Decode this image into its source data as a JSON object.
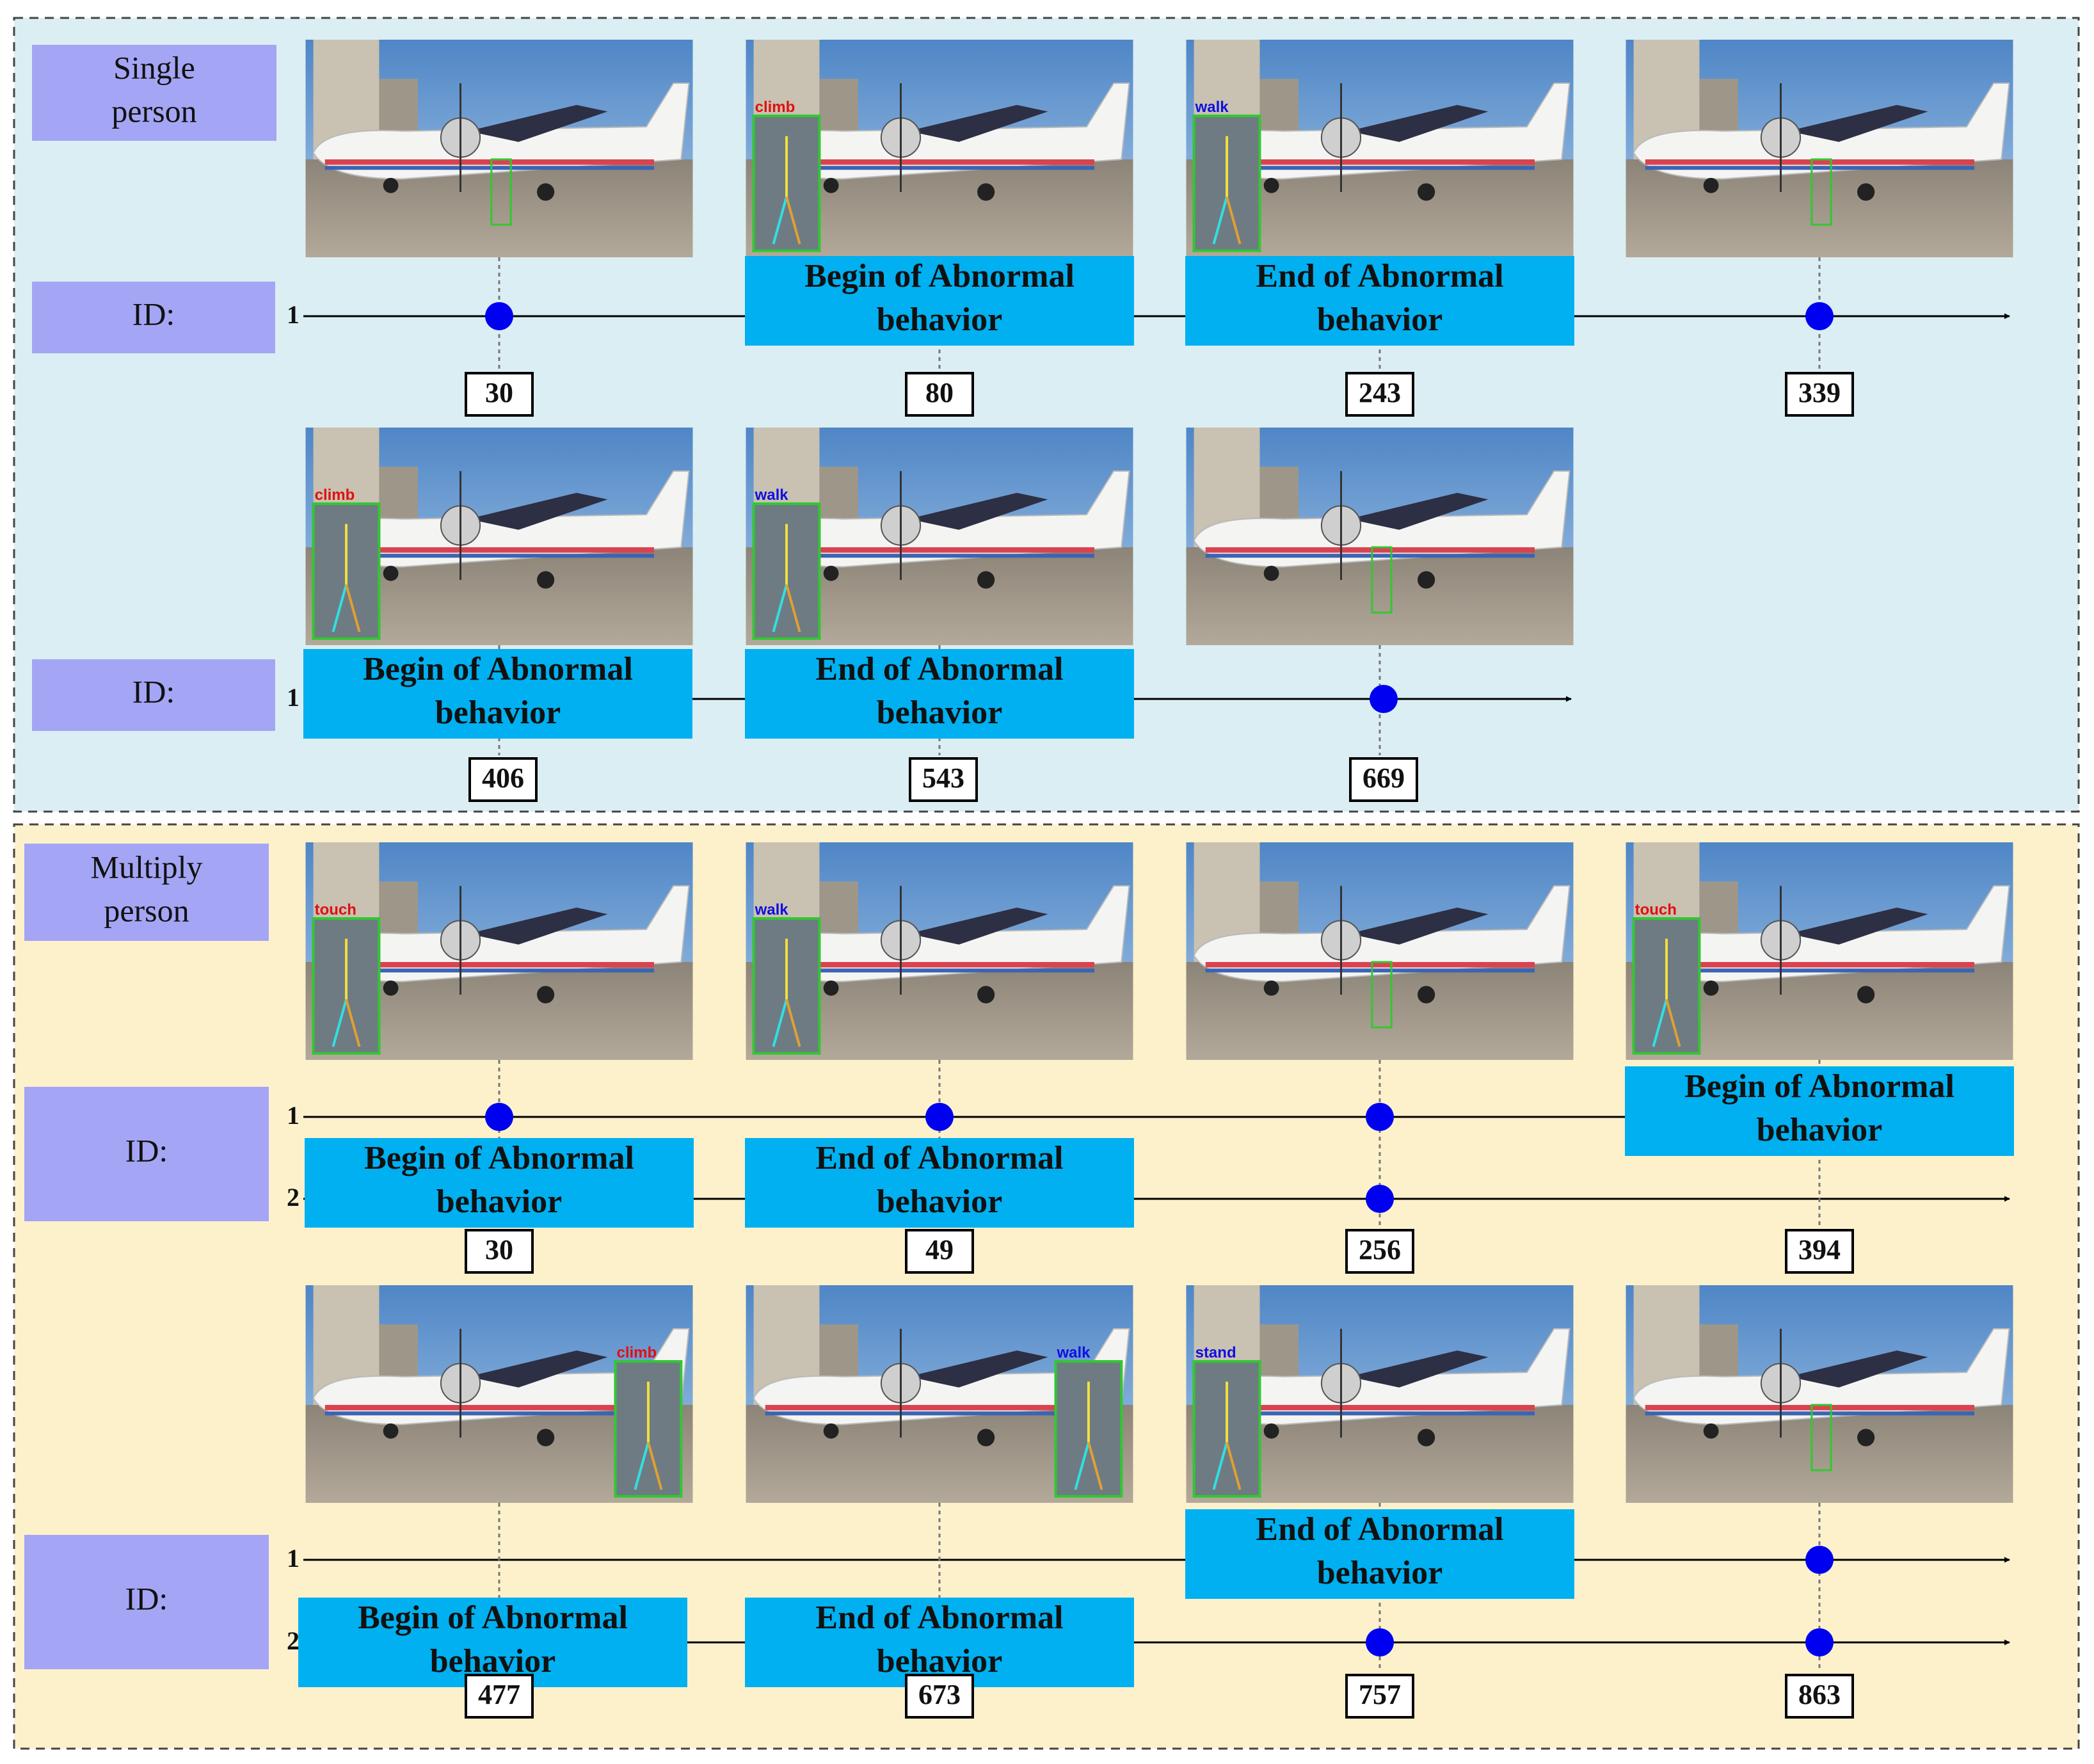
{
  "colors": {
    "single_panel_bg": "#dbeef3",
    "multi_panel_bg": "#fdf1cc",
    "tag_bg": "#a5a5f5",
    "event_bg": "#00b0f0",
    "dot": "#0000f0"
  },
  "single_panel": {
    "title": "Single person",
    "rows": [
      {
        "id_label": "ID:",
        "track_ids": [
          "1"
        ],
        "frames": [
          {
            "number": "30",
            "dots": [
              "1"
            ],
            "event": ""
          },
          {
            "number": "80",
            "dots": [],
            "event": "Begin of Abnormal behavior",
            "behavior_label": "climb"
          },
          {
            "number": "243",
            "dots": [],
            "event": "End of Abnormal behavior",
            "behavior_label": "walk"
          },
          {
            "number": "339",
            "dots": [
              "1"
            ],
            "event": ""
          }
        ]
      },
      {
        "id_label": "ID:",
        "track_ids": [
          "1"
        ],
        "frames": [
          {
            "number": "406",
            "dots": [],
            "event": "Begin of Abnormal behavior",
            "behavior_label": "climb"
          },
          {
            "number": "543",
            "dots": [],
            "event": "End of Abnormal behavior",
            "behavior_label": "walk"
          },
          {
            "number": "669",
            "dots": [
              "1"
            ],
            "event": ""
          }
        ]
      }
    ]
  },
  "multi_panel": {
    "title": "Multiply person",
    "rows": [
      {
        "id_label": "ID:",
        "track_ids": [
          "1",
          "2"
        ],
        "frames": [
          {
            "number": "30",
            "dots": [
              "1"
            ],
            "event": "Begin of Abnormal behavior",
            "event_track": "2",
            "behavior_label": "touch"
          },
          {
            "number": "49",
            "dots": [
              "1"
            ],
            "event": "End of Abnormal behavior",
            "event_track": "2",
            "behavior_label": "walk"
          },
          {
            "number": "256",
            "dots": [
              "1",
              "2"
            ],
            "event": ""
          },
          {
            "number": "394",
            "dots": [],
            "event": "Begin of Abnormal behavior",
            "event_track": "1",
            "behavior_label": "touch"
          }
        ]
      },
      {
        "id_label": "ID:",
        "track_ids": [
          "1",
          "2"
        ],
        "frames": [
          {
            "number": "477",
            "dots": [],
            "event": "Begin of Abnormal behavior",
            "event_track": "2",
            "behavior_label": "climb"
          },
          {
            "number": "673",
            "dots": [],
            "event": "End of Abnormal behavior",
            "event_track": "2",
            "behavior_label": "walk"
          },
          {
            "number": "757",
            "dots": [
              "2"
            ],
            "event": "End of Abnormal behavior",
            "event_track": "1",
            "behavior_label": "stand"
          },
          {
            "number": "863",
            "dots": [
              "1",
              "2"
            ],
            "event": ""
          }
        ]
      }
    ]
  }
}
